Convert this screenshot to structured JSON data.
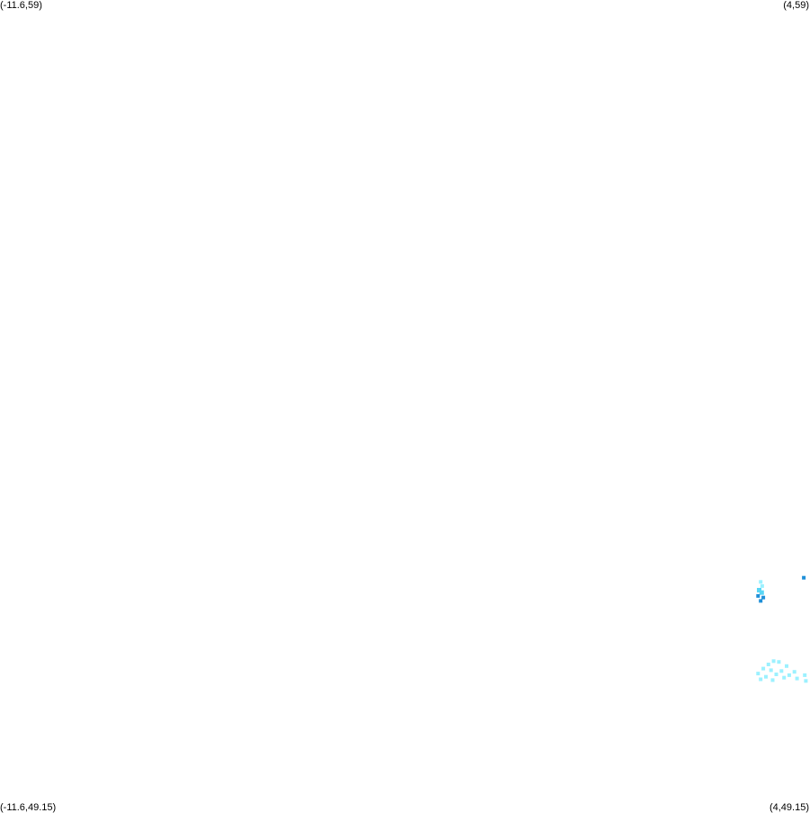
{
  "map": {
    "corners": {
      "top_left": "(-11.6,59)",
      "top_right": "(4,59)",
      "bottom_left": "(-11.6,49.15)",
      "bottom_right": "(4,49.15)"
    },
    "extent": {
      "lon_min": -11.6,
      "lon_max": 4,
      "lat_min": 49.15,
      "lat_max": 59
    },
    "background_color": "#ffffff",
    "palette": {
      "light": "#9cf1ff",
      "medium": "#5ad6f5",
      "dark": "#1e8fd8"
    },
    "features": [
      {
        "group": "north",
        "shade": "light",
        "lon": 3.05,
        "lat": 51.95
      },
      {
        "group": "north",
        "shade": "light",
        "lon": 3.08,
        "lat": 51.9
      },
      {
        "group": "north",
        "shade": "medium",
        "lon": 3.02,
        "lat": 51.85
      },
      {
        "group": "north",
        "shade": "medium",
        "lon": 3.07,
        "lat": 51.82
      },
      {
        "group": "north",
        "shade": "dark",
        "lon": 3.0,
        "lat": 51.78
      },
      {
        "group": "north",
        "shade": "dark",
        "lon": 3.1,
        "lat": 51.76
      },
      {
        "group": "north",
        "shade": "dark",
        "lon": 3.05,
        "lat": 51.72
      },
      {
        "group": "north",
        "shade": "dark",
        "lon": 3.88,
        "lat": 52.0
      },
      {
        "group": "south",
        "shade": "light",
        "lon": 3.3,
        "lat": 50.99
      },
      {
        "group": "south",
        "shade": "light",
        "lon": 3.4,
        "lat": 50.98
      },
      {
        "group": "south",
        "shade": "light",
        "lon": 3.2,
        "lat": 50.95
      },
      {
        "group": "south",
        "shade": "light",
        "lon": 3.55,
        "lat": 50.93
      },
      {
        "group": "south",
        "shade": "light",
        "lon": 3.1,
        "lat": 50.9
      },
      {
        "group": "south",
        "shade": "light",
        "lon": 3.25,
        "lat": 50.88
      },
      {
        "group": "south",
        "shade": "light",
        "lon": 3.45,
        "lat": 50.87
      },
      {
        "group": "south",
        "shade": "light",
        "lon": 3.7,
        "lat": 50.86
      },
      {
        "group": "south",
        "shade": "light",
        "lon": 3.0,
        "lat": 50.84
      },
      {
        "group": "south",
        "shade": "light",
        "lon": 3.35,
        "lat": 50.83
      },
      {
        "group": "south",
        "shade": "light",
        "lon": 3.6,
        "lat": 50.82
      },
      {
        "group": "south",
        "shade": "light",
        "lon": 3.9,
        "lat": 50.82
      },
      {
        "group": "south",
        "shade": "light",
        "lon": 3.15,
        "lat": 50.8
      },
      {
        "group": "south",
        "shade": "light",
        "lon": 3.5,
        "lat": 50.79
      },
      {
        "group": "south",
        "shade": "light",
        "lon": 3.05,
        "lat": 50.77
      },
      {
        "group": "south",
        "shade": "light",
        "lon": 3.28,
        "lat": 50.76
      },
      {
        "group": "south",
        "shade": "light",
        "lon": 3.92,
        "lat": 50.75
      },
      {
        "group": "south",
        "shade": "light",
        "lon": 3.75,
        "lat": 50.78
      }
    ]
  }
}
